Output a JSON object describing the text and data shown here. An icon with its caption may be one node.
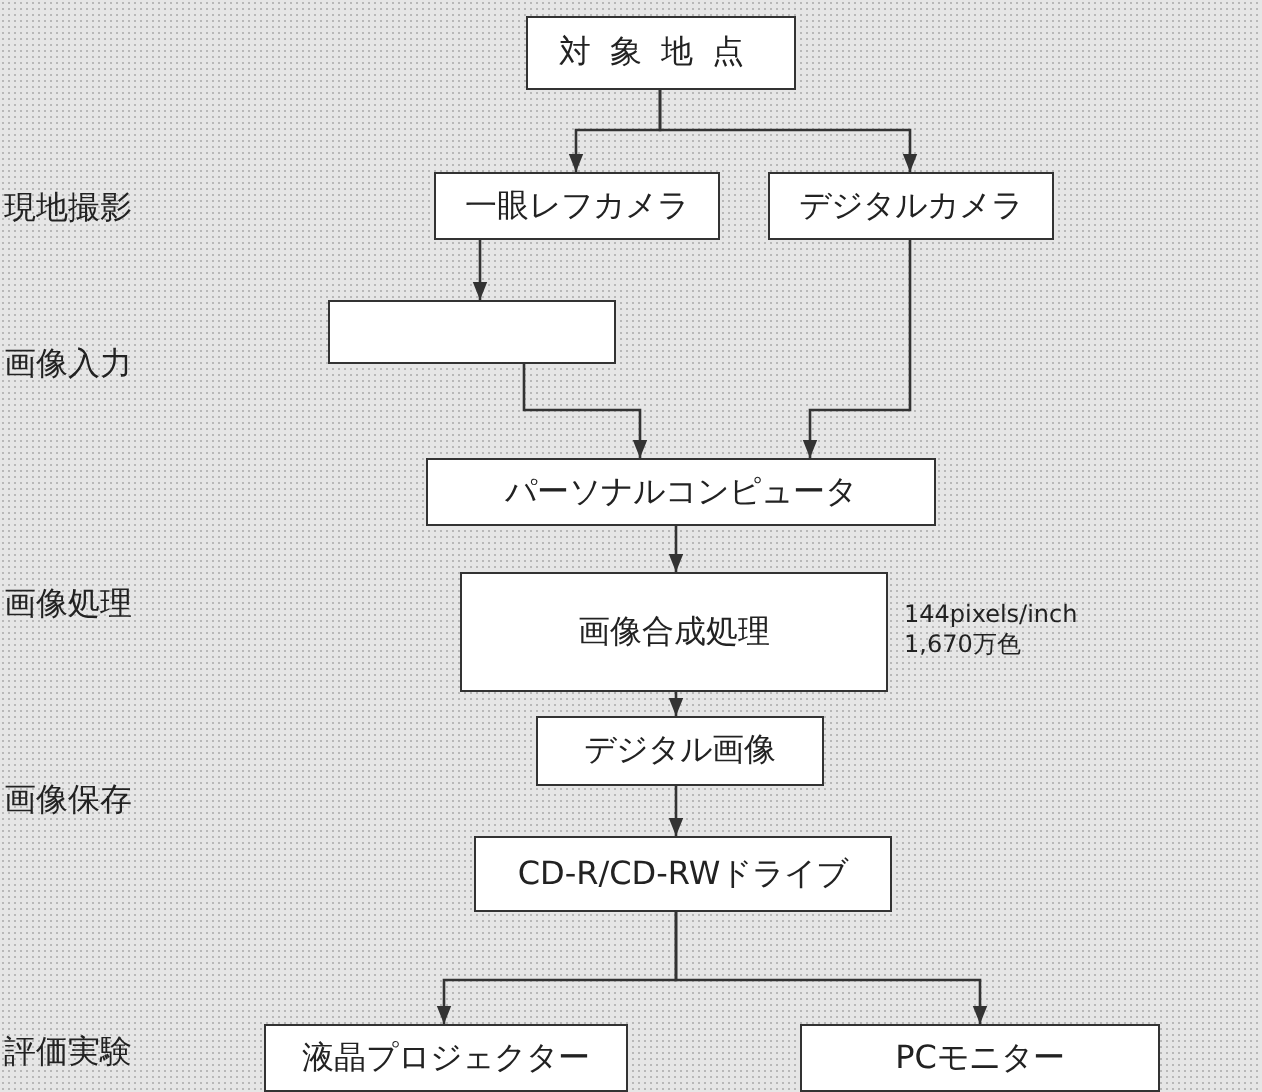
{
  "diagram": {
    "nodes": [
      {
        "text": [
          "対象地点"
        ]
      },
      {
        "text": [
          "一眼レフカメラ"
        ]
      },
      {
        "text": [
          "デジタルカメラ"
        ]
      },
      {
        "text": [],
        "shape": "box"
      },
      {
        "text": [
          "パーソナルコンピュータ"
        ]
      },
      {
        "text": [
          "画像合成処理"
        ],
        "beside": [
          "144pixels/inch",
          "1,670万色"
        ]
      },
      {
        "text": [
          "デジタル画像"
        ]
      },
      {
        "text": [
          "CD-R/CD-RWドライブ"
        ]
      },
      {
        "text": [
          "液晶プロジェクター"
        ]
      },
      {
        "text": [
          "PCモニター"
        ]
      }
    ],
    "edges": [
      {
        "from": 0,
        "to": 1,
        "arrow": "to"
      },
      {
        "from": 0,
        "to": 2,
        "arrow": "to"
      },
      {
        "from": 1,
        "to": 3,
        "arrow": "to"
      },
      {
        "from": 3,
        "to": 4,
        "arrow": "to"
      },
      {
        "from": 2,
        "to": 4,
        "arrow": "to"
      },
      {
        "from": 4,
        "to": 5,
        "arrow": "to"
      },
      {
        "from": 5,
        "to": 6,
        "arrow": "to"
      },
      {
        "from": 6,
        "to": 7,
        "arrow": "to"
      },
      {
        "from": 7,
        "to": 8,
        "arrow": "to"
      },
      {
        "from": 7,
        "to": 9,
        "arrow": "to"
      }
    ],
    "labels": [
      "現地撮影",
      "画像入力",
      "画像処理",
      "画像保存",
      "評価実験"
    ]
  }
}
